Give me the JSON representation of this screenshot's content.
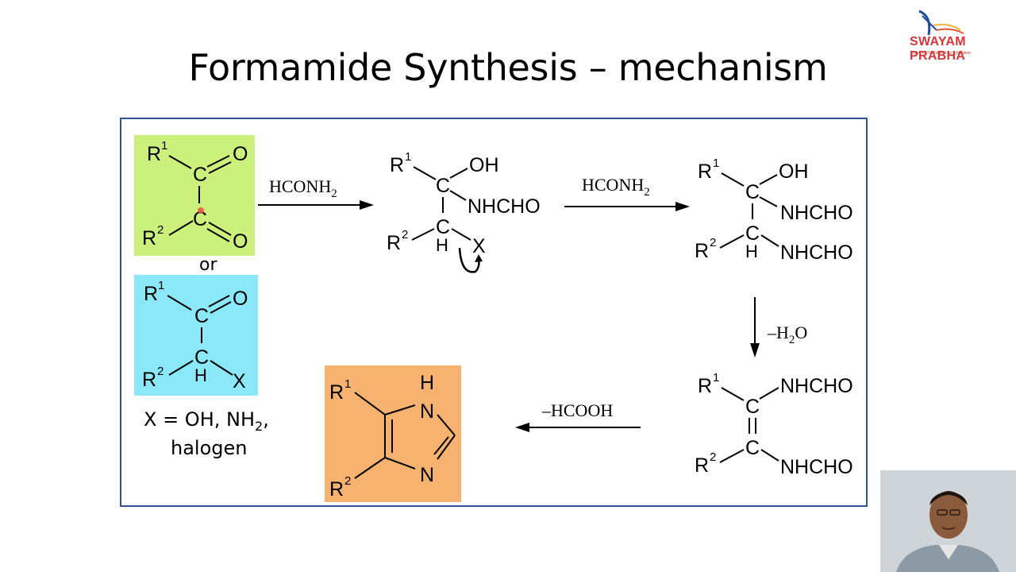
{
  "slide": {
    "title": "Formamide Synthesis – mechanism"
  },
  "logo": {
    "text": "SWAYAM PRABHA",
    "tagline": "Free DTH Channel for Education"
  },
  "scheme": {
    "atoms": {
      "R": "R",
      "C": "C",
      "O": "O",
      "H": "H",
      "N": "N",
      "X": "X",
      "OH": "OH",
      "NHCHO": "NHCHO"
    },
    "sup1": "1",
    "sup2": "2",
    "or_label": "or",
    "x_note_line1_a": "X = OH, NH",
    "x_note_sub": "2",
    "x_note_line1_b": ",",
    "x_note_line2": "halogen",
    "reagent_formamide": "HCONH",
    "reagent_formamide_sub": "2",
    "reagent_water_a": "–H",
    "reagent_water_sub": "2",
    "reagent_water_b": "O",
    "reagent_formic_acid": "–HCOOH"
  },
  "colors": {
    "diketone_box": "#ccf07c",
    "haloketone_box": "#8ae8f8",
    "imidazole_box": "#f7b26f",
    "frame_border": "#2f5597",
    "logo_red": "#d4373a"
  }
}
